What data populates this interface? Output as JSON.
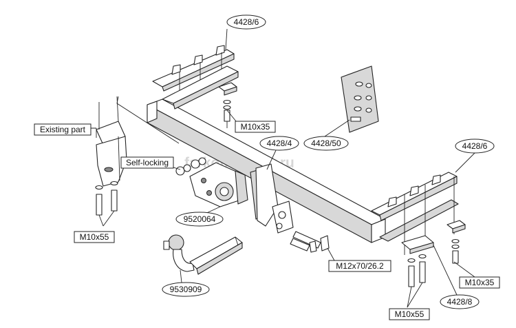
{
  "watermark": "farkop-center.ru",
  "labels": {
    "bracket_top": "4428/6",
    "bracket_right": "4428/6",
    "bolt_top": "M10x35",
    "bolt_right": "M10x35",
    "existing_part": "Existing part",
    "self_locking": "Self-locking",
    "socket_plate": "4428/4",
    "hardware_kit": "4428/50",
    "socket_part": "9520064",
    "bolt_left": "M10x55",
    "ball_part": "9530909",
    "bolt_center": "M12x70/26.2",
    "plate_right": "4428/8",
    "bolt_bottom": "M10x55"
  }
}
